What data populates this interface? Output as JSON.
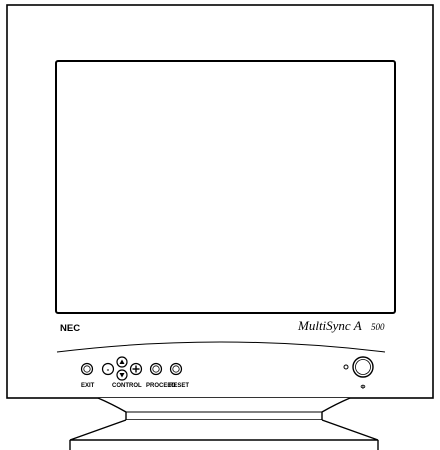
{
  "monitor": {
    "brand": "NEC",
    "model_name": "MultiSync A",
    "model_number": "500"
  },
  "controls": {
    "exit_label": "EXIT",
    "control_label": "CONTROL",
    "proceed_label": "PROCEED",
    "reset_label": "RESET",
    "power_symbol": "Φ"
  },
  "icons": {
    "minus": "-",
    "plus": "+",
    "up_arrow": "▲",
    "down_arrow": "▼"
  }
}
